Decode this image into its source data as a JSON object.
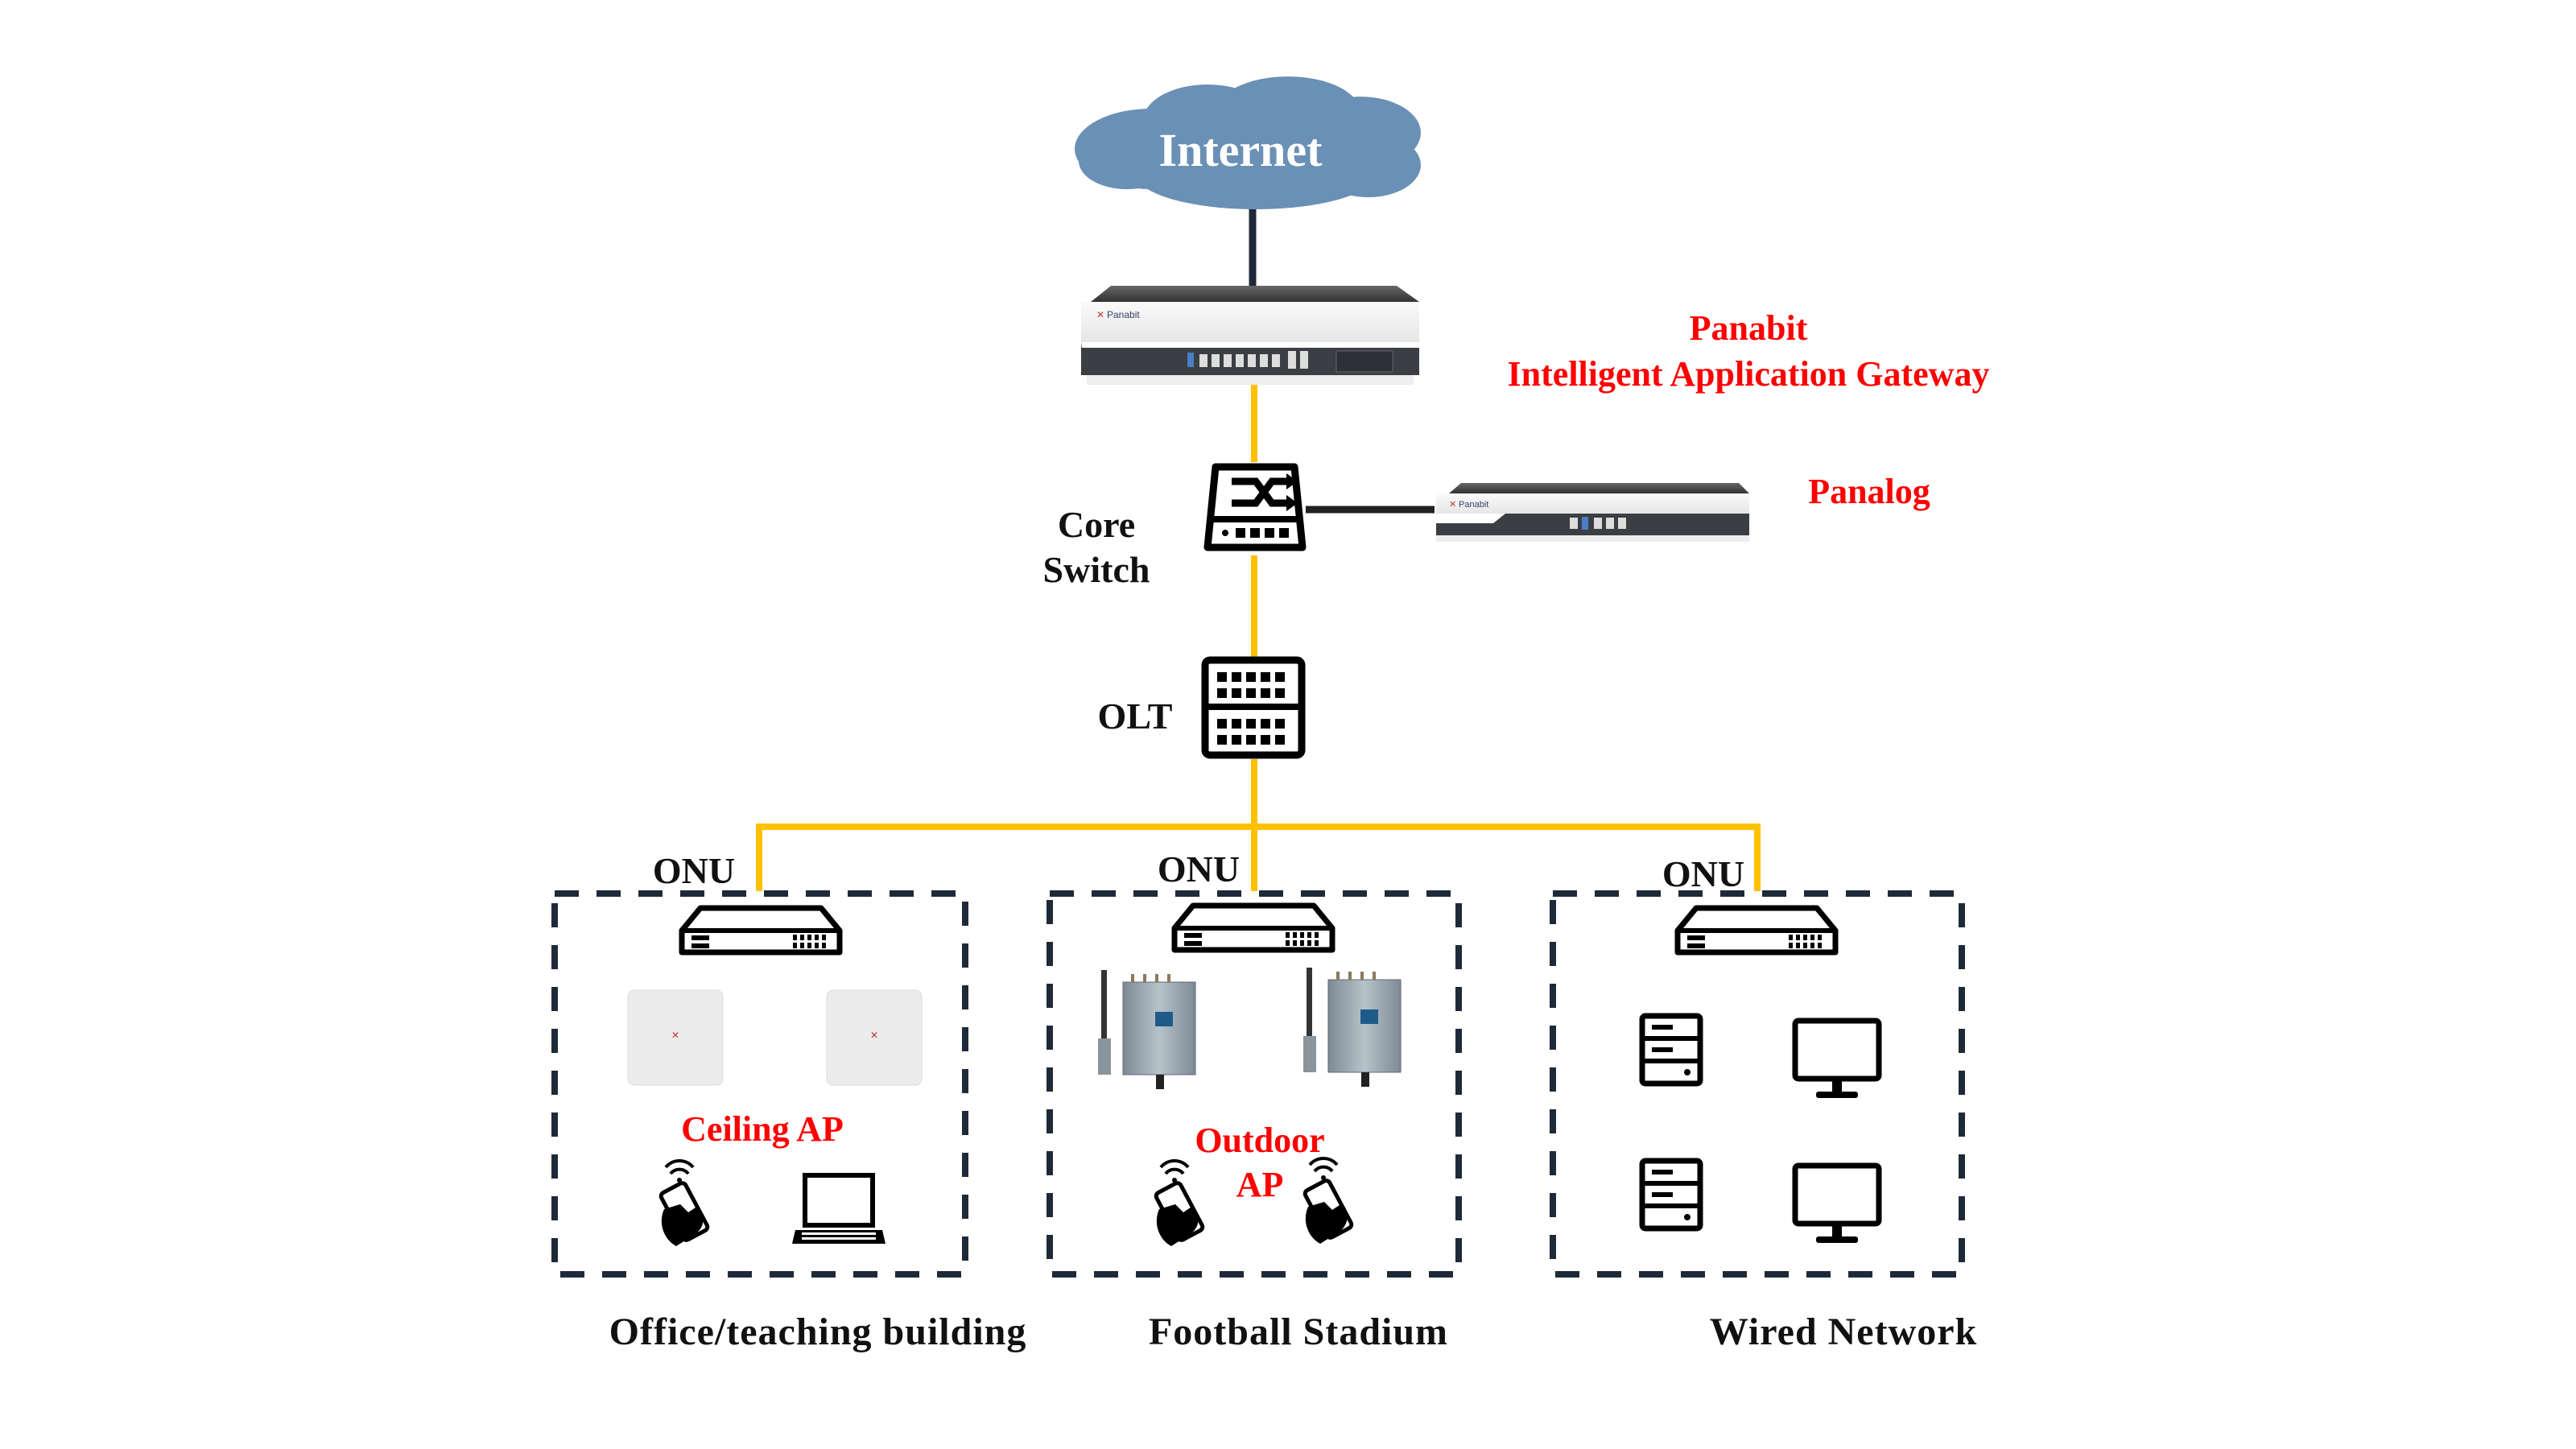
{
  "colors": {
    "cloud": "#6b90b5",
    "uplink": "#1f2a38",
    "fiber": "#ffc000",
    "dash": "#1f2a38",
    "highlight": "#ff0000"
  },
  "internet": {
    "label": "Internet",
    "icon": "cloud-icon"
  },
  "gateway": {
    "title_line1": "Panabit",
    "title_line2": "Intelligent Application Gateway",
    "brand": "Panabit"
  },
  "panalog": {
    "label": "Panalog",
    "brand": "Panabit"
  },
  "core_switch": {
    "label_line1": "Core",
    "label_line2": "Switch",
    "icon": "switch-icon"
  },
  "olt": {
    "label": "OLT",
    "icon": "olt-icon"
  },
  "zones": [
    {
      "onu_label": "ONU",
      "caption": "Office/teaching building",
      "ap_label": "Ceiling AP"
    },
    {
      "onu_label": "ONU",
      "caption": "Football Stadium",
      "ap_label_line1": "Outdoor",
      "ap_label_line2": "AP"
    },
    {
      "onu_label": "ONU",
      "caption": "Wired Network"
    }
  ]
}
